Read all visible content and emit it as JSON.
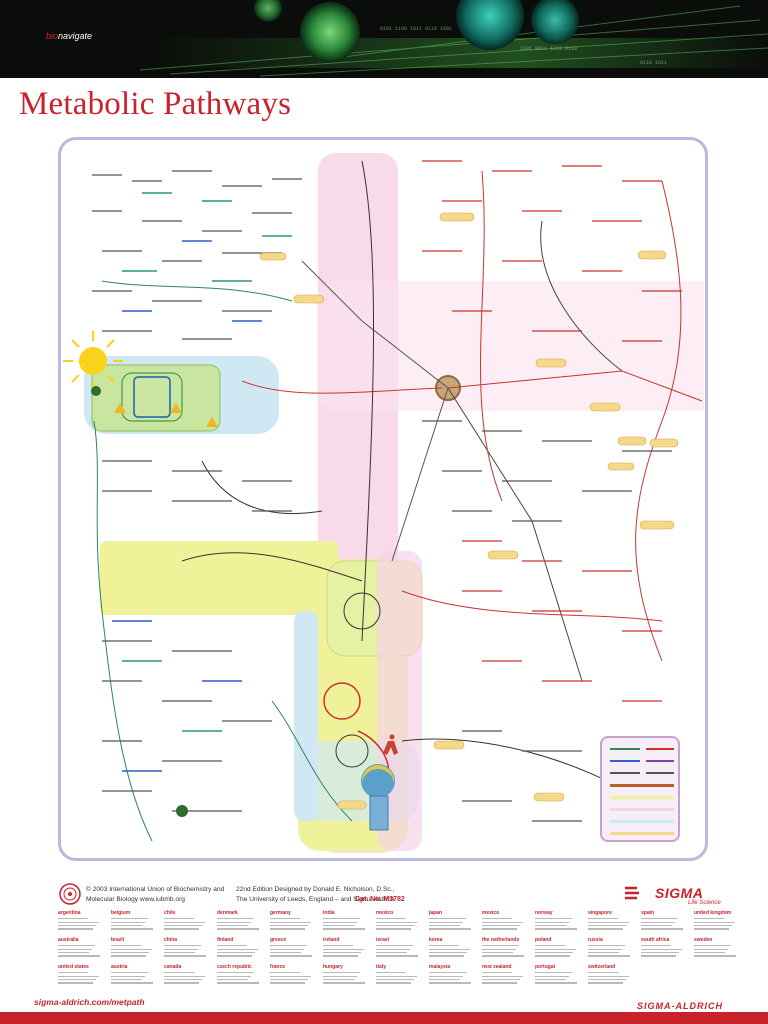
{
  "banner": {
    "brand_prefix": "bio",
    "brand_suffix": "navigate"
  },
  "page_title": "Metabolic Pathways",
  "footer": {
    "copyright": "© 2003 International Union of Biochemistry and Molecular Biology  www.iubmb.org",
    "copyright_line1": "© 2003 International Union of Biochemistry and",
    "copyright_line2": "Molecular Biology   www.iubmb.org",
    "edition_line1": "22nd Edition Designed by Donald E. Nicholson, D.Sc.,",
    "edition_line2": "The University of Leeds, England – and Sigma-Aldrich",
    "catalog_number": "Cat. No. M3782",
    "sigma_word": "SIGMA",
    "sigma_tagline": "Life Science",
    "url": "sigma-aldrich.com/metpath",
    "footer_brand": "SIGMA-ALDRICH"
  },
  "offices": [
    "argentina",
    "belgium",
    "chile",
    "denmark",
    "germany",
    "india",
    "mexico",
    "japan",
    "mexico",
    "norway",
    "singapore",
    "spain",
    "united kingdom",
    "australia",
    "brazil",
    "china",
    "finland",
    "greece",
    "ireland",
    "israel",
    "korea",
    "the netherlands",
    "poland",
    "russia",
    "south africa",
    "sweden",
    "united states",
    "austria",
    "canada",
    "czech republic",
    "france",
    "hungary",
    "italy",
    "malaysia",
    "new zealand",
    "portugal",
    "switzerland"
  ],
  "colors": {
    "brand_red": "#c8232b",
    "frame_lavender": "#b8b9de",
    "region_yellow": "#f0f29a",
    "region_pink": "#f7d3e8",
    "region_blue": "#cfe8f4",
    "region_green": "#c8e6a0",
    "enzyme_box": "#f5d88a"
  }
}
